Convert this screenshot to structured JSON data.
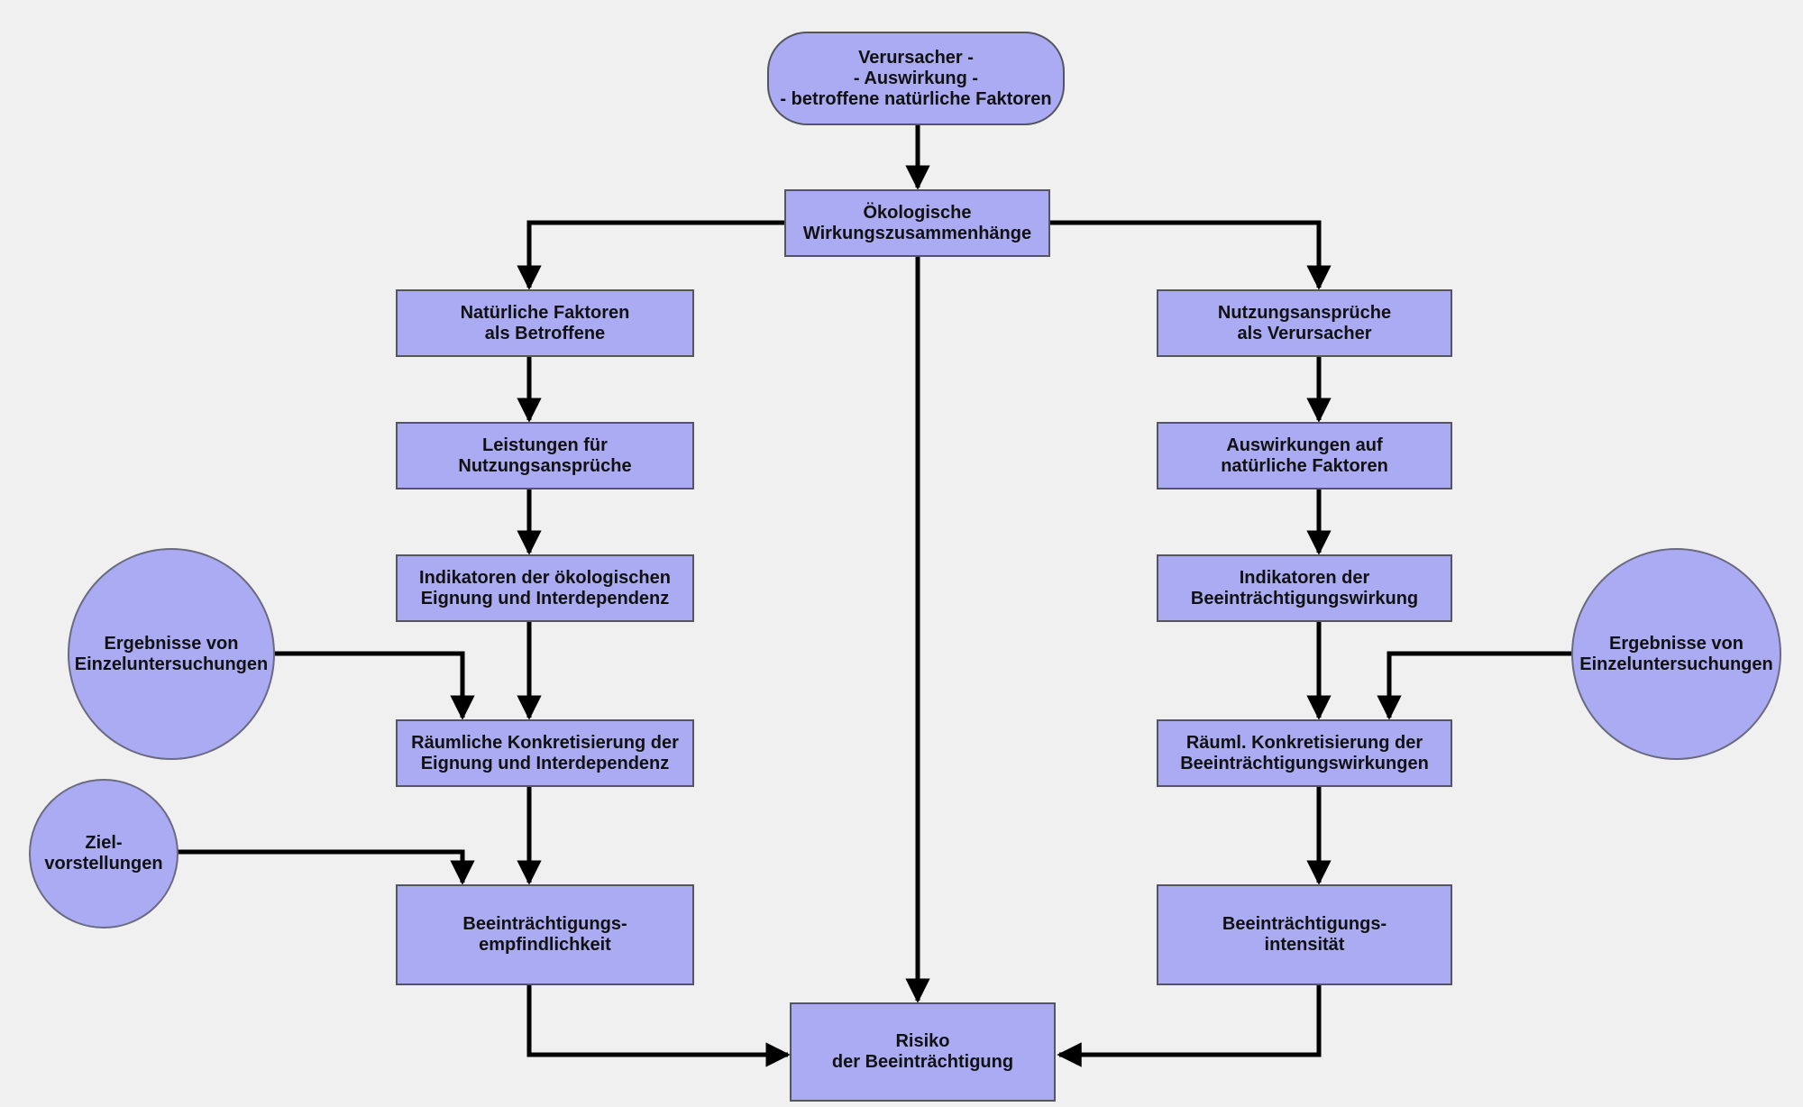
{
  "diagram": {
    "top_node": "Verursacher -\n- Auswirkung -\n- betroffene natürliche Faktoren",
    "oekologisch": "Ökologische\nWirkungszusammenhänge",
    "left": {
      "betroffene": "Natürliche Faktoren\nals Betroffene",
      "leistungen": "Leistungen für\nNutzungsansprüche",
      "indikatoren": "Indikatoren der ökologischen\nEignung und Interdependenz",
      "konkretisierung": "Räumliche Konkretisierung der\nEignung und Interdependenz",
      "empfindlichkeit": "Beeinträchtigungs-\nempfindlichkeit"
    },
    "right": {
      "verursacher": "Nutzungsansprüche\nals Verursacher",
      "auswirkungen": "Auswirkungen auf\nnatürliche Faktoren",
      "indikatoren": "Indikatoren der\nBeeinträchtigungswirkung",
      "konkretisierung": "Räuml. Konkretisierung der\nBeeinträchtigungswirkungen",
      "intensitaet": "Beeinträchtigungs-\nintensität"
    },
    "risiko": "Risiko\nder Beeinträchtigung",
    "circle_left_ergebnisse": "Ergebnisse von\nEinzeluntersuchungen",
    "circle_ziel": "Ziel-\nvorstellungen",
    "circle_right_ergebnisse": "Ergebnisse von\nEinzeluntersuchungen"
  },
  "colors": {
    "node_fill": "#aaabf2",
    "node_border": "#55555f",
    "line": "#000000",
    "background": "#f0f0f0"
  }
}
